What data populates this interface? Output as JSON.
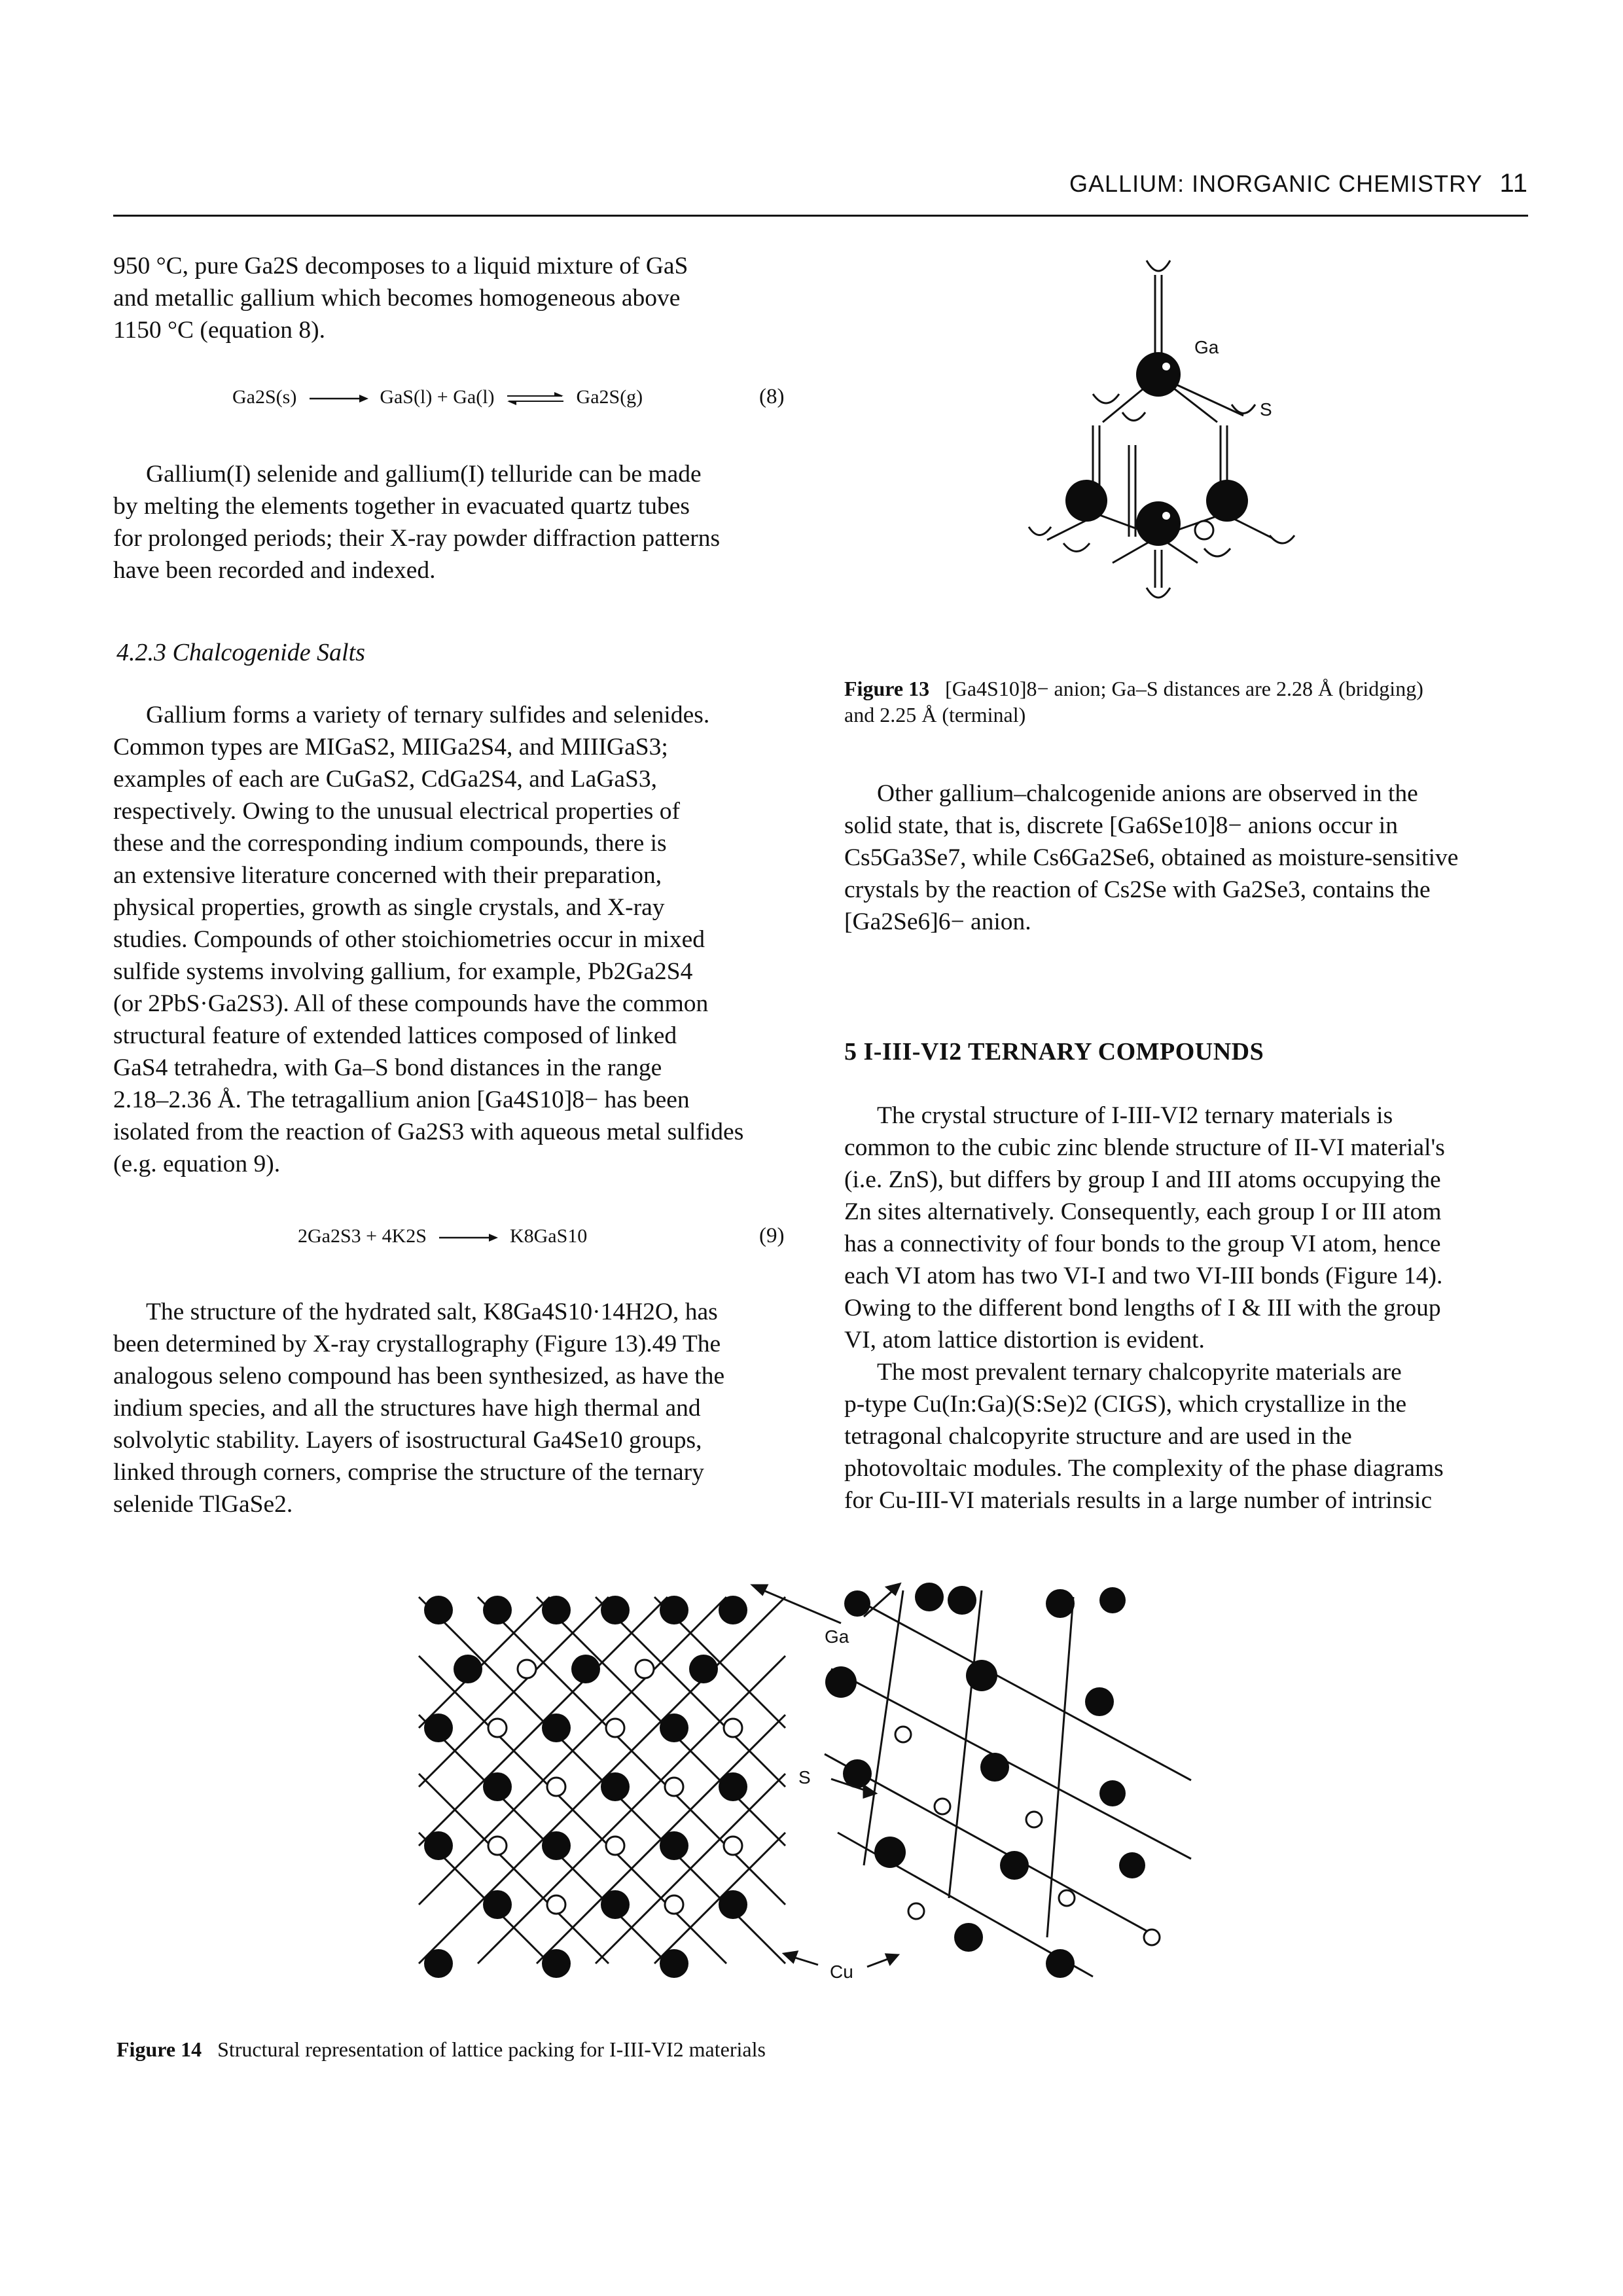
{
  "header": {
    "title": "GALLIUM: INORGANIC CHEMISTRY",
    "page_number": "11"
  },
  "left_column": {
    "para1": [
      "950 °C, pure Ga2S decomposes to a liquid mixture of GaS",
      "and metallic gallium which becomes homogeneous above",
      "1150 °C (equation 8)."
    ],
    "eq8": {
      "lhs": "Ga2S(s)",
      "mid": "GaS(l) + Ga(l)",
      "rhs": "Ga2S(g)",
      "number": "(8)"
    },
    "para2": [
      "Gallium(I) selenide and gallium(I) telluride can be made",
      "by melting the elements together in evacuated quartz tubes",
      "for prolonged periods; their X-ray powder diffraction patterns",
      "have been recorded and indexed."
    ],
    "subheading": "4.2.3  Chalcogenide Salts",
    "para3": [
      "Gallium forms a variety of ternary sulfides and selenides.",
      "Common types are MIGaS2, MIIGa2S4, and MIIIGaS3;",
      "examples of each are CuGaS2, CdGa2S4, and LaGaS3,",
      "respectively. Owing to the unusual electrical properties of",
      "these and the corresponding indium compounds, there is",
      "an extensive literature concerned with their preparation,",
      "physical properties, growth as single crystals, and X-ray",
      "studies. Compounds of other stoichiometries occur in mixed",
      "sulfide systems involving gallium, for example, Pb2Ga2S4",
      "(or 2PbS·Ga2S3). All of these compounds have the common",
      "structural feature of extended lattices composed of linked",
      "GaS4 tetrahedra, with Ga–S bond distances in the range",
      "2.18–2.36 Å. The tetragallium anion [Ga4S10]8− has been",
      "isolated from the reaction of Ga2S3 with aqueous metal sulfides",
      "(e.g. equation 9)."
    ],
    "eq9": {
      "lhs": "2Ga2S3 + 4K2S",
      "rhs": "K8GaS10",
      "number": "(9)"
    },
    "para4": [
      "The structure of the hydrated salt, K8Ga4S10·14H2O, has",
      "been determined by X-ray crystallography (Figure 13).49 The",
      "analogous seleno compound has been synthesized, as have the",
      "indium species, and all the structures have high thermal and",
      "solvolytic stability. Layers of isostructural Ga4Se10 groups,",
      "linked through corners, comprise the structure of the ternary",
      "selenide TlGaSe2."
    ]
  },
  "right_column": {
    "figure13": {
      "labels": {
        "ga": "Ga",
        "s": "S"
      },
      "caption_label": "Figure 13",
      "caption_lines": [
        "[Ga4S10]8− anion; Ga–S distances are 2.28 Å (bridging)",
        "and 2.25 Å (terminal)"
      ]
    },
    "para5": [
      "Other gallium–chalcogenide anions are observed in the",
      "solid state, that is, discrete [Ga6Se10]8− anions occur in",
      "Cs5Ga3Se7, while Cs6Ga2Se6, obtained as moisture-sensitive",
      "crystals by the reaction of Cs2Se with Ga2Se3, contains the",
      "[Ga2Se6]6− anion."
    ],
    "section_heading": "5  I-III-VI2 TERNARY COMPOUNDS",
    "para6": [
      "The crystal structure of I-III-VI2 ternary materials is",
      "common to the cubic zinc blende structure of II-VI material's",
      "(i.e. ZnS), but differs by group I and III atoms occupying the",
      "Zn sites alternatively. Consequently, each group I or III atom",
      "has a connectivity of four bonds to the group VI atom, hence",
      "each VI atom has two VI-I and two VI-III bonds (Figure 14).",
      "Owing to the different bond lengths of I & III with the group",
      "VI, atom lattice distortion is evident."
    ],
    "para7": [
      "The most prevalent ternary chalcopyrite materials are",
      "p-type Cu(In:Ga)(S:Se)2 (CIGS), which crystallize in the",
      "tetragonal chalcopyrite structure and are used in the",
      "photovoltaic modules. The complexity of the phase diagrams",
      "for Cu-III-VI materials results in a large number of intrinsic"
    ]
  },
  "figure14": {
    "labels": {
      "ga": "Ga",
      "s": "S",
      "cu": "Cu"
    },
    "caption_label": "Figure 14",
    "caption_text": "Structural representation of lattice packing for I-III-VI2 materials"
  }
}
